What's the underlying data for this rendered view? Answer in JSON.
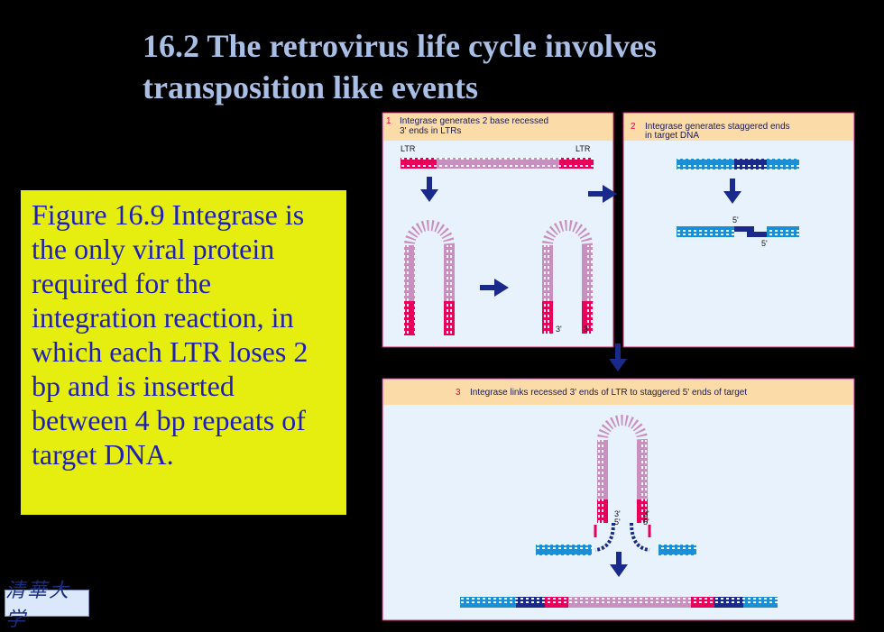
{
  "title": {
    "line1": "16.2 The retrovirus life cycle involves",
    "line2": "transposition like events"
  },
  "caption": "Figure 16.9 Integrase is the only viral protein required for the integration reaction, in which each LTR loses 2 bp and is inserted between 4 bp repeats of target DNA.",
  "logo": "清華大学",
  "panels": [
    {
      "number": "1",
      "line1": "Integrase generates 2 base recessed",
      "line2": "3' ends in LTRs"
    },
    {
      "number": "2",
      "line1": "Integrase generates staggered ends",
      "line2": "in target DNA"
    },
    {
      "number": "3",
      "line1": "Integrase links recessed 3' ends of LTR to staggered 5' ends of target"
    }
  ],
  "labels": {
    "ltr_left": "LTR",
    "ltr_right": "LTR",
    "three_prime": "3'",
    "five_prime": "5'"
  },
  "colors": {
    "pink": "#e8005a",
    "lilac": "#c890c0",
    "blue": "#1a8fd6",
    "navy": "#1a2a8a",
    "arrow": "#1a2a8a",
    "panel_bg": "#e8f2fd",
    "header_bg": "#fbdca8",
    "panel_border": "#d0206a"
  }
}
